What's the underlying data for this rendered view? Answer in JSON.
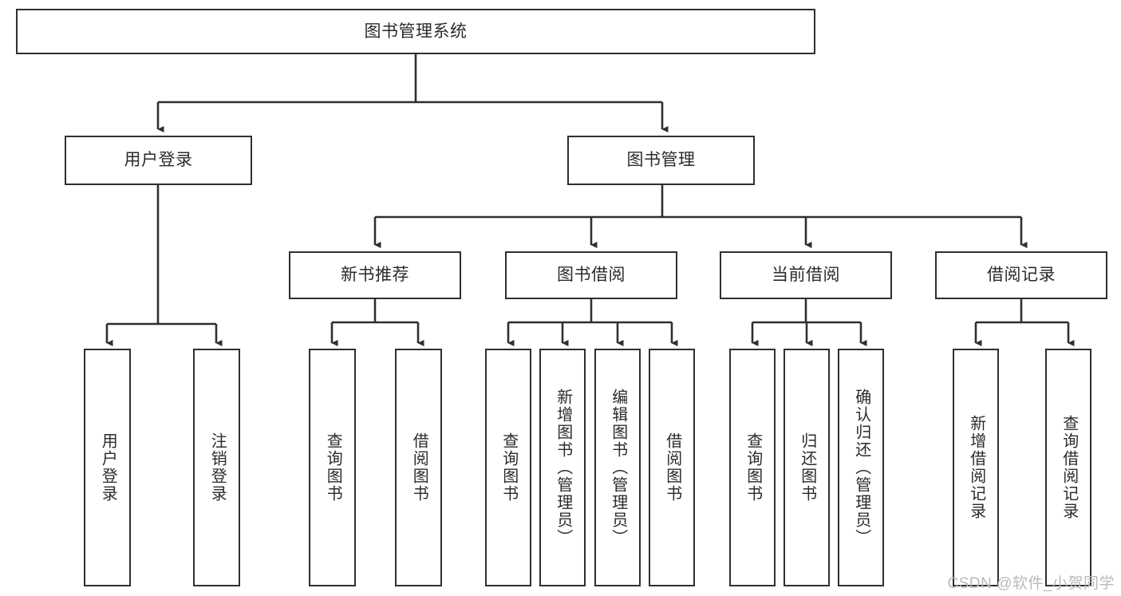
{
  "diagram": {
    "title": "图书管理系统",
    "type": "tree-hierarchy",
    "stroke_color": "#2f2f2f",
    "fill_color": "#ffffff",
    "text_color": "#2b2b2b"
  },
  "root": {
    "label": "图书管理系统"
  },
  "level1": [
    {
      "label": "用户登录"
    },
    {
      "label": "图书管理"
    }
  ],
  "level2": [
    {
      "label": "新书推荐"
    },
    {
      "label": "图书借阅"
    },
    {
      "label": "当前借阅"
    },
    {
      "label": "借阅记录"
    }
  ],
  "leaves": {
    "user_login": [
      {
        "label": "用户登录"
      },
      {
        "label": "注销登录"
      }
    ],
    "new_book": [
      {
        "label": "查询图书"
      },
      {
        "label": "借阅图书"
      }
    ],
    "borrow_book": [
      {
        "label": "查询图书"
      },
      {
        "label": "新增图书（管理员）"
      },
      {
        "label": "编辑图书（管理员）"
      },
      {
        "label": "借阅图书"
      }
    ],
    "current_borrow": [
      {
        "label": "查询图书"
      },
      {
        "label": "归还图书"
      },
      {
        "label": "确认归还（管理员）"
      }
    ],
    "borrow_record": [
      {
        "label": "新增借阅记录"
      },
      {
        "label": "查询借阅记录"
      }
    ]
  },
  "watermark": {
    "text": "CSDN @软件_小贺同学"
  }
}
